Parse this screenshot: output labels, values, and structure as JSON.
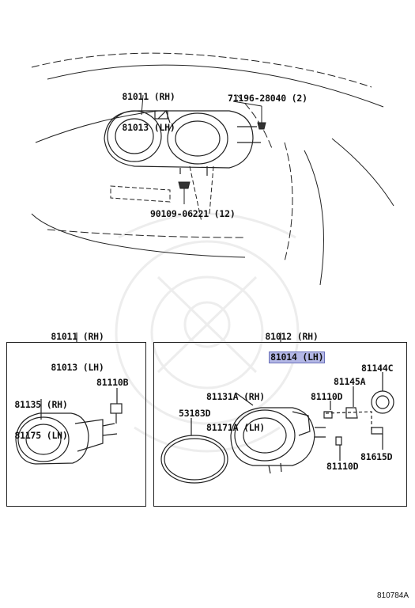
{
  "upper": {
    "headlamp_rh": "81011 (RH)",
    "headlamp_lh": "81013 (LH)",
    "clip_part": "71196-28040 (2)",
    "screw_part": "90109-06221 (12)"
  },
  "left_box": {
    "title_rh": "81011 (RH)",
    "title_lh": "81013 (LH)",
    "unit_rh": "81135 (RH)",
    "unit_lh": "81175 (LH)",
    "bulb": "81110B"
  },
  "right_box": {
    "title_rh": "81012 (RH)",
    "title_lh": "81014 (LH)",
    "unit_rh": "81131A (RH)",
    "unit_lh": "81171A (LH)",
    "gasket": "53183D",
    "bulb_upper": "81110D",
    "socket": "81145A",
    "cap": "81144C",
    "bulb_lower": "81110D",
    "holder": "81615D"
  },
  "diagram_code": "810784A",
  "highlight_color": "#b3b7e6"
}
